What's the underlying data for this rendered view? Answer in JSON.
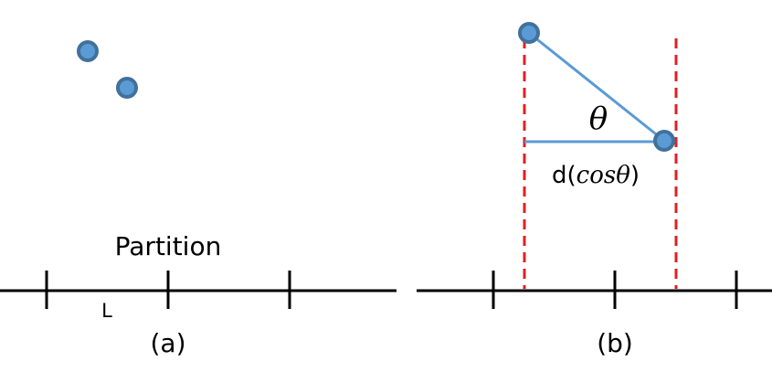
{
  "panel_a": {
    "partition_label": "Partition",
    "length_label": "L",
    "caption": "(a)"
  },
  "panel_b": {
    "angle_label": "θ",
    "projection_prefix": "d(",
    "projection_math": "cosθ",
    "projection_suffix": ")",
    "caption": "(b)"
  },
  "colors": {
    "axis": "#000000",
    "point_fill": "#5b9bd5",
    "point_stroke": "#41719c",
    "segment": "#5b9bd5",
    "boundary": "#e02020"
  }
}
